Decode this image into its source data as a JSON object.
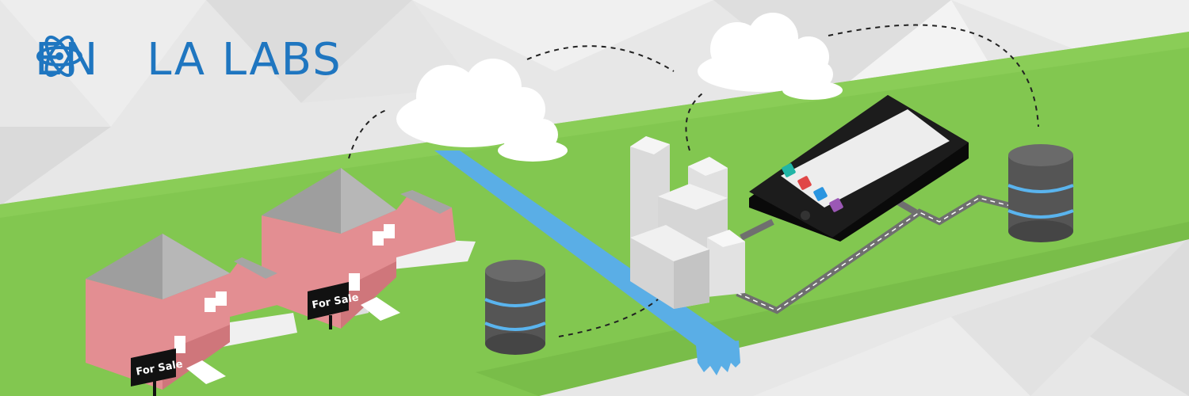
{
  "brand": {
    "name_part1": "EN",
    "name_part2": "LA LABS",
    "logo_icon": "atom-icon",
    "color": "#1f76c0"
  },
  "signs": [
    {
      "label": "For Sale"
    },
    {
      "label": "For Sale"
    }
  ],
  "colors": {
    "grass": "#82c750",
    "river": "#5aaee6",
    "house_wall": "#e38e92",
    "roof": "#a5a5a5",
    "database_body": "#555555",
    "database_ring": "#5ab4ee"
  },
  "phone_apps": [
    {
      "icon": "phone-icon",
      "color": "#21b5a6"
    },
    {
      "icon": "play-icon",
      "color": "#e04747"
    },
    {
      "icon": "diamond-icon",
      "color": "#2a95e0"
    },
    {
      "icon": "clock-icon",
      "color": "#9b58b5"
    }
  ]
}
